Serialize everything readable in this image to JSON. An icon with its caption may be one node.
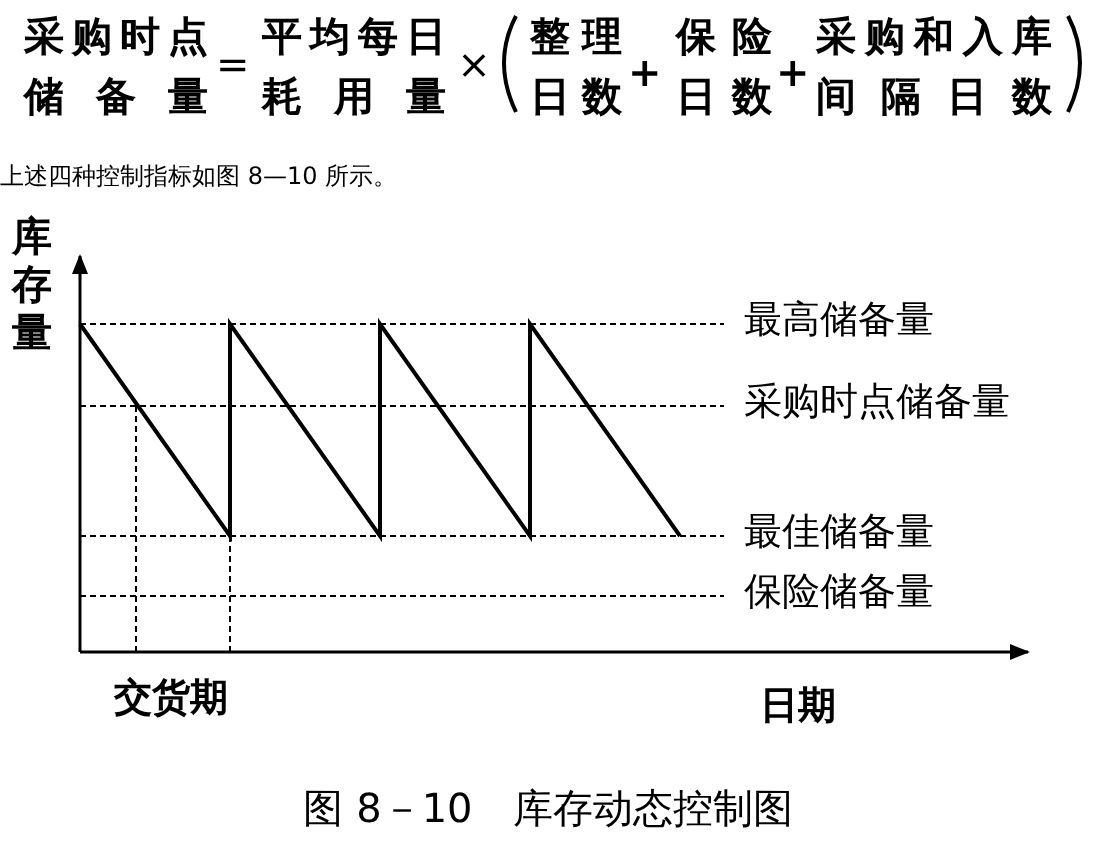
{
  "diagram": {
    "caption": "图 8－10　库存动态控制图",
    "labels": [
      "采购时点",
      "储备量",
      "=",
      "平均每日",
      "耗用量",
      "×",
      "整理",
      "日数",
      "+",
      "保险",
      "日数",
      "+",
      "采购和入库",
      "间隔日数",
      "上述四种控制指标如图 8—10 所示。",
      "库存量",
      "最高储备量",
      "采购时点储备量",
      "最佳储备量",
      "保险储备量",
      "交货期",
      "日期"
    ]
  }
}
